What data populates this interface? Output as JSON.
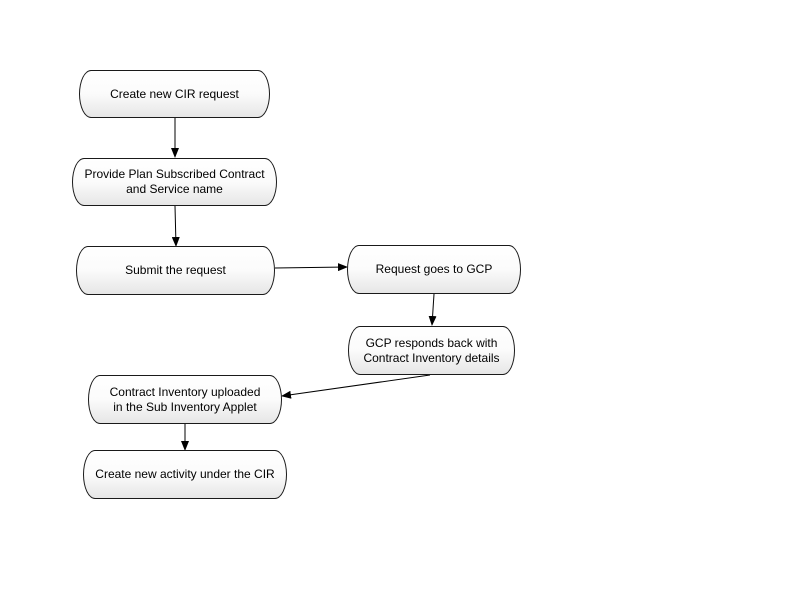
{
  "diagram": {
    "nodes": [
      {
        "id": "n1",
        "label": "Create new CIR request"
      },
      {
        "id": "n2",
        "label": "Provide Plan Subscribed Contract\nand Service name"
      },
      {
        "id": "n3",
        "label": "Submit the request"
      },
      {
        "id": "n4",
        "label": "Request goes to GCP"
      },
      {
        "id": "n5",
        "label": "GCP responds back with\nContract Inventory details"
      },
      {
        "id": "n6",
        "label": "Contract Inventory uploaded\nin the Sub Inventory Applet"
      },
      {
        "id": "n7",
        "label": "Create new activity under the CIR"
      }
    ],
    "edges": [
      {
        "from": "n1",
        "to": "n2"
      },
      {
        "from": "n2",
        "to": "n3"
      },
      {
        "from": "n3",
        "to": "n4"
      },
      {
        "from": "n4",
        "to": "n5"
      },
      {
        "from": "n5",
        "to": "n6"
      },
      {
        "from": "n6",
        "to": "n7"
      }
    ]
  }
}
